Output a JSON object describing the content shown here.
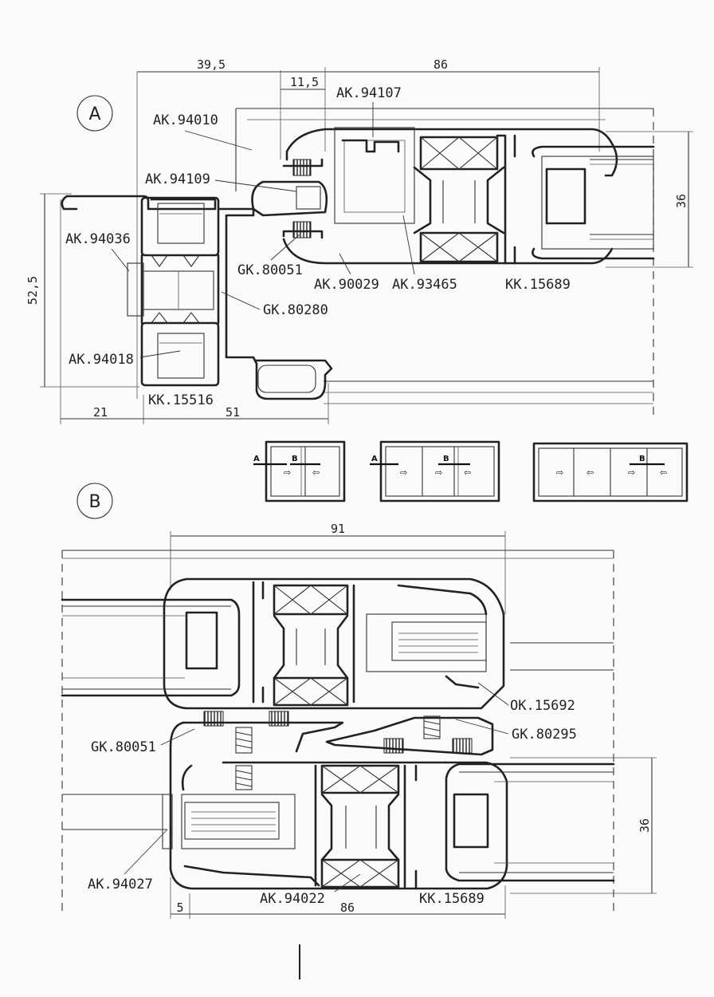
{
  "sections": {
    "a": {
      "label": "A",
      "dimensions": {
        "d_39_5": "39,5",
        "d_86": "86",
        "d_11_5": "11,5",
        "d_36": "36",
        "d_52_5": "52,5",
        "d_21": "21",
        "d_51": "51"
      },
      "parts": {
        "ak94107": "AK.94107",
        "ak94010": "AK.94010",
        "ak94109": "AK.94109",
        "ak94036": "AK.94036",
        "gk80051": "GK.80051",
        "ak90029": "AK.90029",
        "ak93465": "AK.93465",
        "kk15689": "KK.15689",
        "gk80280": "GK.80280",
        "ak94018": "AK.94018",
        "kk15516": "KK.15516"
      }
    },
    "b": {
      "label": "B",
      "dimensions": {
        "d_91": "91",
        "d_36": "36",
        "d_5": "5",
        "d_86": "86"
      },
      "parts": {
        "ok15692": "OK.15692",
        "gk80051": "GK.80051",
        "gk80295": "GK.80295",
        "ak94027": "AK.94027",
        "ak94022": "AK.94022",
        "kk15689": "KK.15689"
      }
    }
  },
  "schematics": {
    "s1": {
      "a": "A",
      "b": "B"
    },
    "s2": {
      "a": "A",
      "b": "B"
    },
    "s3": {
      "b": "B"
    }
  }
}
